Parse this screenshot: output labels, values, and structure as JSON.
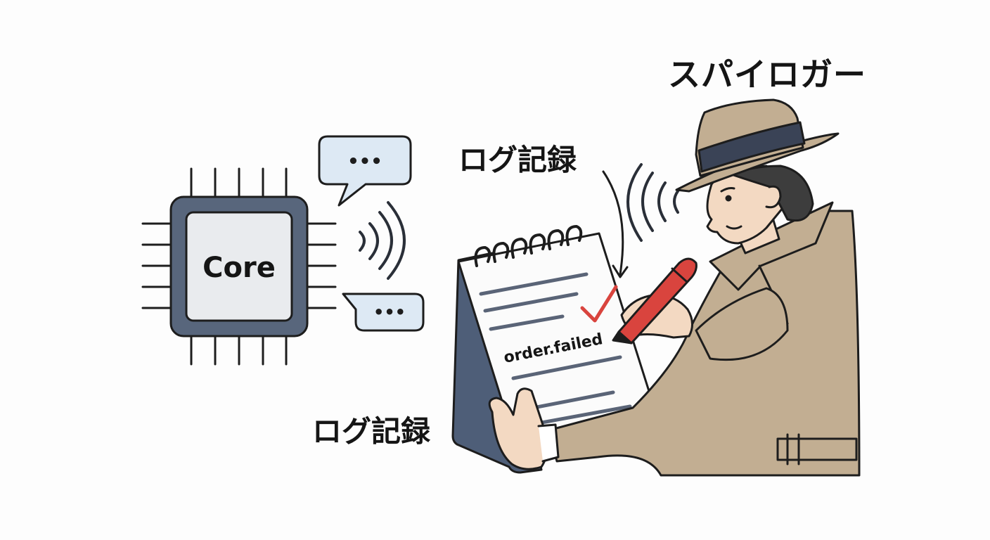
{
  "labels": {
    "spylogger": "スパイロガー",
    "log_record_top": "ログ記録",
    "log_record_bottom": "ログ記録"
  },
  "chip": {
    "label": "Core"
  },
  "notepad": {
    "event_text": "order.failed"
  },
  "bubbles": {
    "top_text": "•••",
    "bottom_text": "•••"
  },
  "colors": {
    "chip_dark": "#58667c",
    "chip_light": "#e9ebee",
    "bubble_fill": "#dde9f4",
    "notepad_cover": "#4e5e78",
    "coat": "#c2ae92",
    "hat": "#c2ae92",
    "hat_band": "#3a4356",
    "skin": "#f3d9c2",
    "pen_red": "#d9443e",
    "check_red": "#d9443e",
    "outline": "#1d1d1d"
  }
}
